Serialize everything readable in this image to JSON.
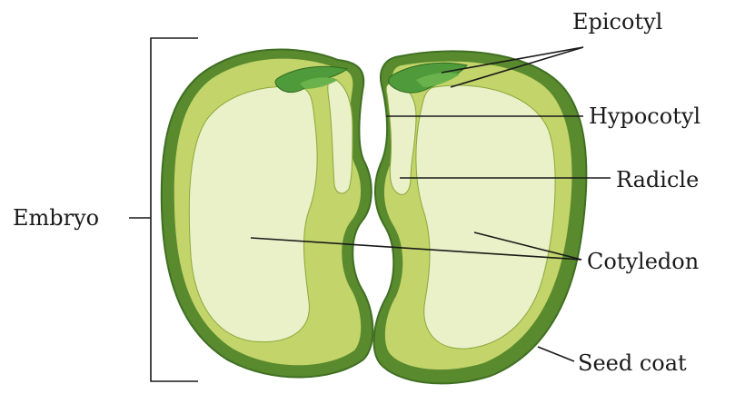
{
  "labels": {
    "epicotyl": "Epicotyl",
    "hypocotyl": "Hypocotyl",
    "radicle": "Radicle",
    "embryo": "Embryo",
    "cotyledon": "Cotyledon",
    "seed_coat": "Seed coat"
  },
  "colors": {
    "seed_coat": "#5a8a2e",
    "cotyledon_outer": "#c3d46a",
    "cotyledon_inner": "#eaf0c8",
    "epicotyl": "#4f9a3a",
    "outline": "#3f6f22",
    "line": "#1a1a1a"
  }
}
